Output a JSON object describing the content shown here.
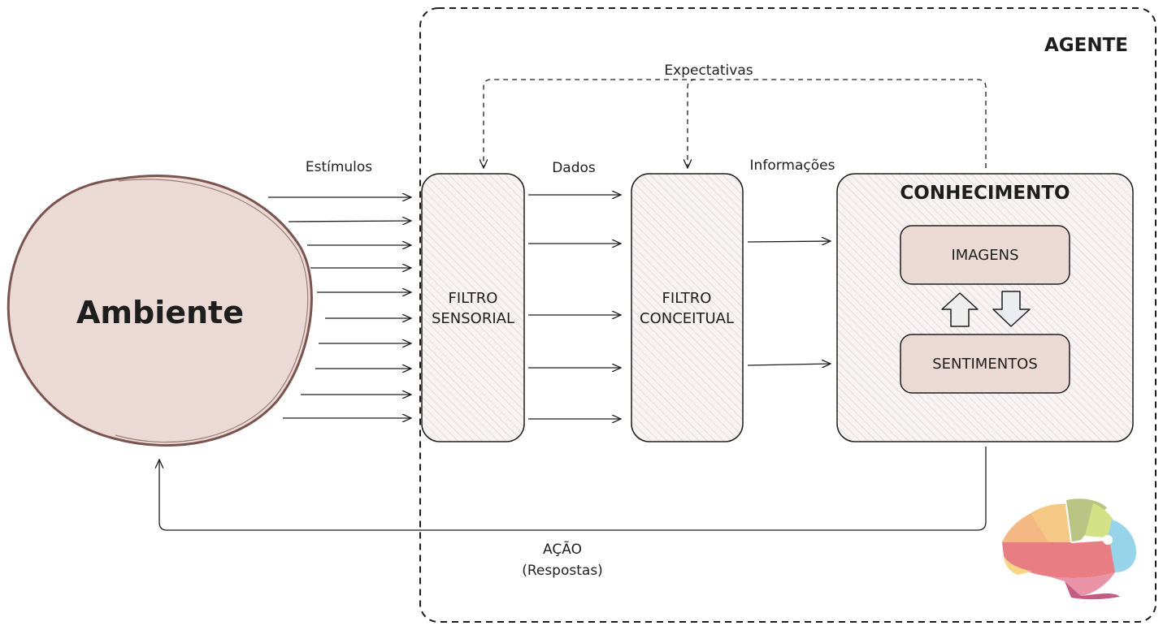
{
  "colors": {
    "stroke": "#1e1e1e",
    "fill": "#ead9d4",
    "ambient_fill": "#ead9d4",
    "ambient_stroke": "#7a5550",
    "hatch": "#d9c8c4"
  },
  "labels": {
    "agent": "AGENTE",
    "environment": "Ambiente",
    "stimuli": "Estímulos",
    "data": "Dados",
    "information": "Informações",
    "expectations": "Expectativas",
    "action": "AÇÃO",
    "responses": "(Respostas)"
  },
  "sensory_filter": {
    "line1": "FILTRO",
    "line2": "SENSORIAL"
  },
  "conceptual_filter": {
    "line1": "FILTRO",
    "line2": "CONCEITUAL"
  },
  "knowledge": {
    "title": "CONHECIMENTO",
    "images": "IMAGENS",
    "feelings": "SENTIMENTOS"
  },
  "icons": {
    "up_arrow": "up-arrow-icon",
    "down_arrow": "down-arrow-icon",
    "logo": "brain-logo-icon"
  },
  "brain_colors": [
    "#f4b27a",
    "#f6d27c",
    "#b5c07a",
    "#cfe07a",
    "#8fd0e8",
    "#e8727a",
    "#e98aa0",
    "#c04e7a"
  ]
}
